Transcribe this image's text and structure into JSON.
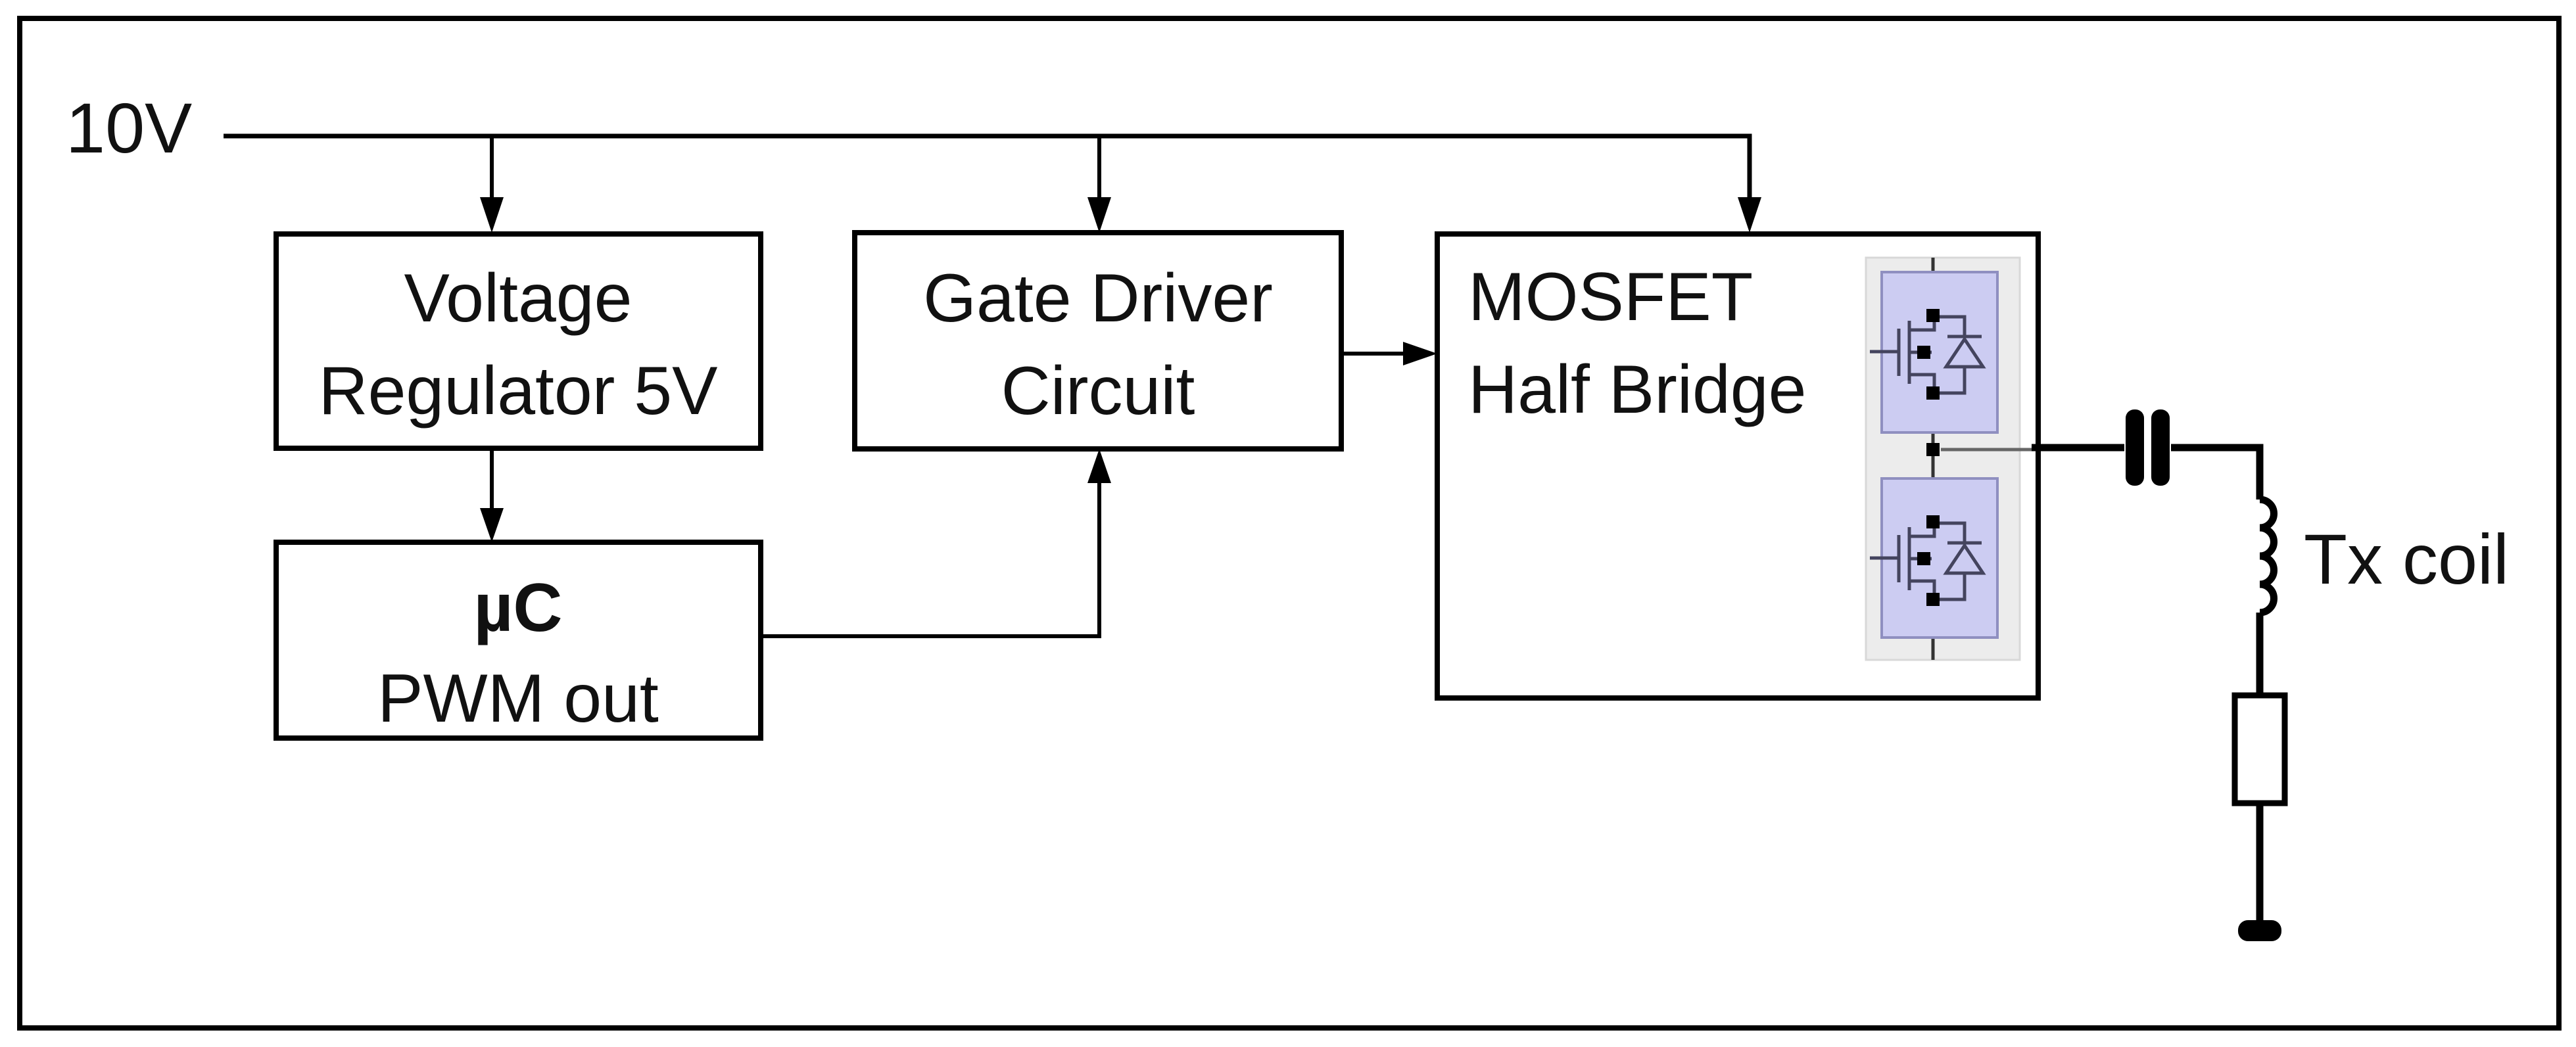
{
  "diagram": {
    "labels": {
      "supply": "10V",
      "coil": "Tx coil"
    },
    "blocks": {
      "voltage_regulator": {
        "line1": "Voltage",
        "line2": "Regulator 5V"
      },
      "gate_driver": {
        "line1": "Gate Driver",
        "line2": "Circuit"
      },
      "mosfet_half_bridge": {
        "line1": "MOSFET",
        "line2": "Half Bridge"
      },
      "microcontroller": {
        "line1": "µC",
        "line2": "PWM out"
      }
    },
    "connections": [
      {
        "from": "10V supply rail",
        "to": "Voltage Regulator 5V",
        "type": "arrow"
      },
      {
        "from": "10V supply rail",
        "to": "Gate Driver Circuit",
        "type": "arrow"
      },
      {
        "from": "10V supply rail",
        "to": "MOSFET Half Bridge",
        "type": "arrow"
      },
      {
        "from": "Voltage Regulator 5V",
        "to": "µC PWM out",
        "type": "arrow"
      },
      {
        "from": "µC PWM out",
        "to": "Gate Driver Circuit",
        "type": "arrow"
      },
      {
        "from": "Gate Driver Circuit",
        "to": "MOSFET Half Bridge",
        "type": "arrow"
      },
      {
        "from": "MOSFET Half Bridge",
        "to": "Tx coil",
        "type": "wire: series capacitor, coil, resistor, ground"
      }
    ],
    "colors": {
      "line": "#000000",
      "mosfet_cell_fill": "#ccccf2",
      "mosfet_cell_stroke": "#8f8fc0",
      "mosfet_strip_fill": "#ececec",
      "mosfet_glyph_stroke": "#44445e"
    }
  }
}
